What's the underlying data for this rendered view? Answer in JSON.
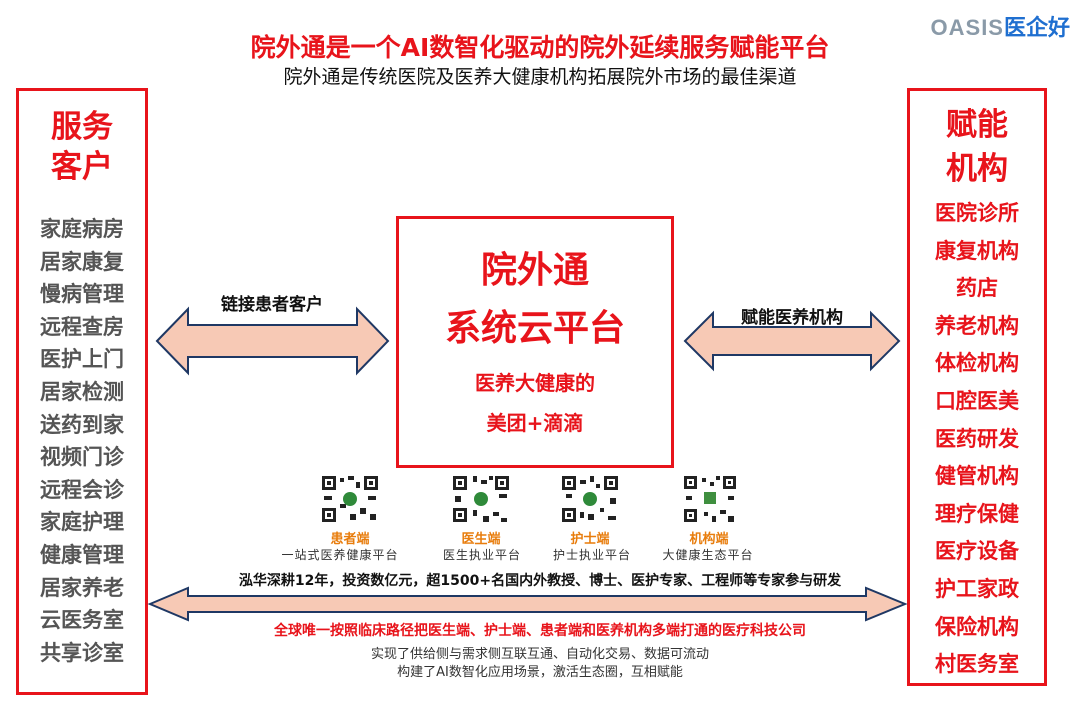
{
  "logo": {
    "en": "OASIS",
    "cn": "医企好"
  },
  "title": "院外通是一个AI数智化驱动的院外延续服务赋能平台",
  "subtitle": "院外通是传统医院及医养大健康机构拓展院外市场的最佳渠道",
  "left_box": {
    "heading": [
      "服务",
      "客户"
    ],
    "items": [
      "家庭病房",
      "居家康复",
      "慢病管理",
      "远程查房",
      "医护上门",
      "居家检测",
      "送药到家",
      "视频门诊",
      "远程会诊",
      "家庭护理",
      "健康管理",
      "居家养老",
      "云医务室",
      "共享诊室"
    ]
  },
  "right_box": {
    "heading": [
      "赋能",
      "机构"
    ],
    "items": [
      "医院诊所",
      "康复机构",
      "药店",
      "养老机构",
      "体检机构",
      "口腔医美",
      "医药研发",
      "健管机构",
      "理疗保健",
      "医疗设备",
      "护工家政",
      "保险机构",
      "村医务室"
    ]
  },
  "center": {
    "line1": "院外通",
    "line2": "系统云平台",
    "line3": "医养大健康的",
    "line4": "美团+滴滴"
  },
  "arrows": {
    "left_label": "链接患者客户",
    "right_label": "赋能医养机构"
  },
  "qr_codes": [
    {
      "label": "患者端",
      "sub": "一站式医养健康平台"
    },
    {
      "label": "医生端",
      "sub": "医生执业平台"
    },
    {
      "label": "护士端",
      "sub": "护士执业平台"
    },
    {
      "label": "机构端",
      "sub": "大健康生态平台"
    }
  ],
  "stats": "泓华深耕12年，投资数亿元，超1500+名国内外教授、博士、医护专家、工程师等专家参与研发",
  "slogan": "全球唯一按照临床路径把医生端、护士端、患者端和医养机构多端打通的医疗科技公司",
  "desc1": "实现了供给侧与需求侧互联互通、自动化交易、数据可流动",
  "desc2": "构建了AI数智化应用场景，激活生态圈，互相赋能",
  "colors": {
    "accent": "#e8141b",
    "arrow_fill": "#f7c9b5",
    "arrow_stroke": "#1f3864",
    "qr_label": "#e87d0d"
  }
}
